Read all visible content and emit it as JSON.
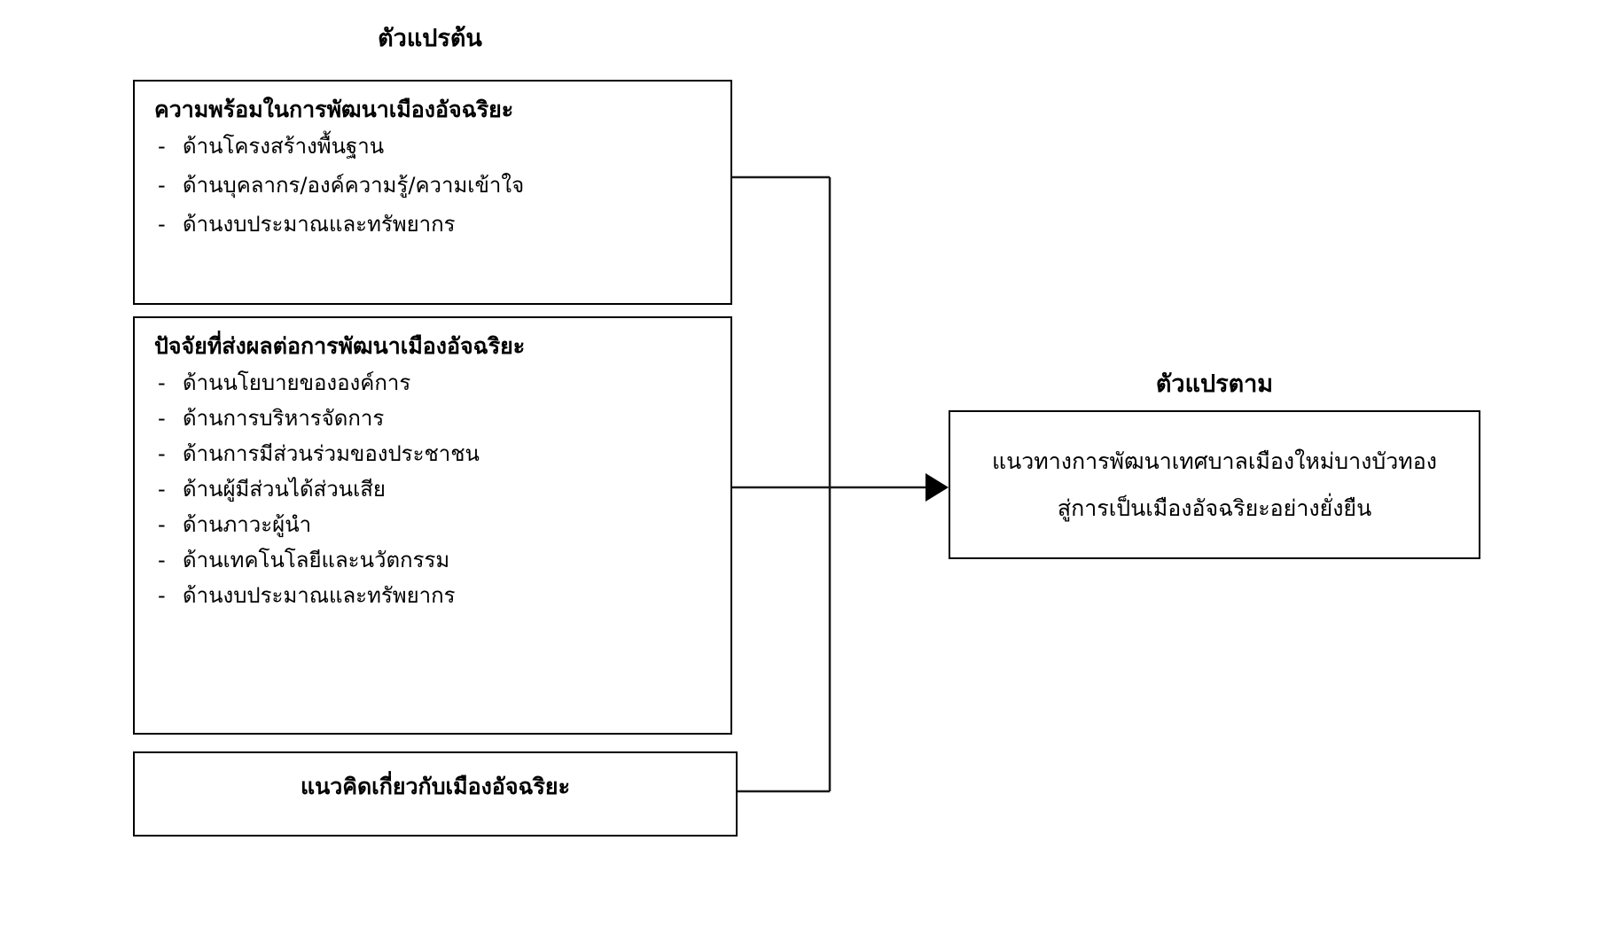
{
  "diagram": {
    "type": "conceptual-framework",
    "columns": {
      "independent_heading": "ตัวแปรต้น",
      "dependent_heading": "ตัวแปรตาม"
    },
    "boxes": {
      "readiness": {
        "title": "ความพร้อมในการพัฒนาเมืองอัจฉริยะ",
        "bullet_marker": "-",
        "items": [
          "ด้านโครงสร้างพื้นฐาน",
          "ด้านบุคลากร/องค์ความรู้/ความเข้าใจ",
          "ด้านงบประมาณและทรัพยากร"
        ]
      },
      "factors": {
        "title": "ปัจจัยที่ส่งผลต่อการพัฒนาเมืองอัจฉริยะ",
        "bullet_marker": "-",
        "items": [
          "ด้านนโยบายขององค์การ",
          "ด้านการบริหารจัดการ",
          "ด้านการมีส่วนร่วมของประชาชน",
          "ด้านผู้มีส่วนได้ส่วนเสีย",
          "ด้านภาวะผู้นำ",
          "ด้านเทคโนโลยีและนวัตกรรม",
          "ด้านงบประมาณและทรัพยากร"
        ]
      },
      "concept": {
        "title": "แนวคิดเกี่ยวกับเมืองอัจฉริยะ"
      },
      "outcome": {
        "line1": "แนวทางการพัฒนาเทศบาลเมืองใหม่บางบัวทอง",
        "line2": "สู่การเป็นเมืองอัจฉริยะอย่างยั่งยืน"
      }
    },
    "colors": {
      "background": "#ffffff",
      "stroke": "#000000",
      "text": "#000000",
      "connector": "#1a1a1a"
    }
  }
}
